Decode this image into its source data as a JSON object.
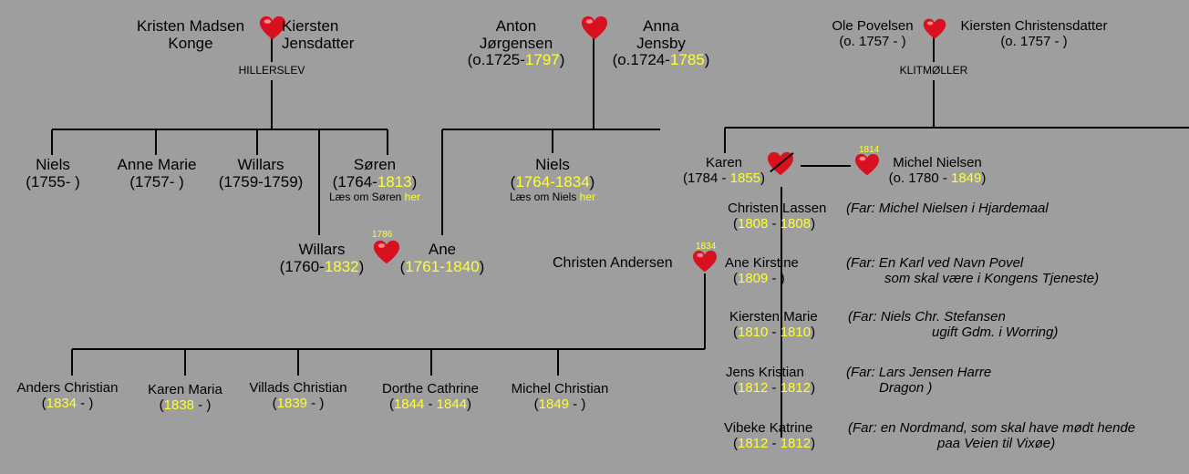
{
  "colors": {
    "background": "#9e9e9e",
    "line": "#000000",
    "year_highlight": "#ffff33",
    "heart": "#d81020"
  },
  "top": {
    "kristen": {
      "l1": "Kristen Madsen",
      "l2": "Konge"
    },
    "kiersten": {
      "l1": "Kiersten",
      "l2": "Jensdatter"
    },
    "place1": "HILLERSLEV",
    "anton": {
      "l1": "Anton",
      "l2": "Jørgensen",
      "pre": "(o.1725-",
      "yr": "1797",
      "post": ")"
    },
    "anna": {
      "l1": "Anna",
      "l2": "Jensby",
      "pre": "(o.1724-",
      "yr": "1785",
      "post": ")"
    },
    "ole": {
      "l1": "Ole Povelsen",
      "l2": "(o. 1757 -     )"
    },
    "kchr": {
      "l1": "Kiersten Christensdatter",
      "l2": "(o. 1757 -     )"
    },
    "place2": "KLITMØLLER"
  },
  "children1": [
    {
      "name": "Niels",
      "years": "(1755-     )"
    },
    {
      "name": "Anne Marie",
      "years": "(1757-     )"
    },
    {
      "name": "Willars",
      "years": "(1759-1759)"
    }
  ],
  "soren": {
    "name": "Søren",
    "pre": "(1764-",
    "yr": "1813",
    "post": ")",
    "note_pre": "Læs om Søren ",
    "note_link": "her"
  },
  "niels2": {
    "name": "Niels",
    "pre": "(",
    "yr1": "1764",
    "dash": "-",
    "yr2": "1834",
    "post": ")",
    "note_pre": "Læs om Niels ",
    "note_link": "her"
  },
  "willars2": {
    "name": "Willars",
    "pre": "(1760-",
    "yr": "1832",
    "post": ")"
  },
  "ane": {
    "name": "Ane",
    "pre": "(",
    "yr1": "1761",
    "dash": "-",
    "yr2": "1840",
    "post": ")"
  },
  "marriage1786": "1786",
  "karen": {
    "name": "Karen",
    "pre": "(1784 - ",
    "yr": "1855",
    "post": ")"
  },
  "michel": {
    "name": "Michel Nielsen",
    "pre": "(o. 1780 - ",
    "yr": "1849",
    "post": ")",
    "year": "1814"
  },
  "christen_andersen": {
    "name": "Christen Andersen",
    "year": "1834"
  },
  "children_karen": [
    {
      "name": "Christen Lassen",
      "pre": "(",
      "yr1": "1808",
      "mid": " - ",
      "yr2": "1808",
      "post": ")",
      "far1": "(Far: Michel Nielsen i Hjardemaal",
      "far2": ""
    },
    {
      "name": "Ane Kirstine",
      "pre": "(",
      "yr1": "1809",
      "mid": " -     )",
      "yr2": "",
      "post": "",
      "far1": "(Far: En Karl ved Navn Povel",
      "far2": "som skal være i Kongens Tjeneste)"
    },
    {
      "name": "Kiersten Marie",
      "pre": "(",
      "yr1": "1810",
      "mid": " - ",
      "yr2": "1810",
      "post": ")",
      "far1": "(Far: Niels Chr. Stefansen",
      "far2": "ugift Gdm. i Worring)"
    },
    {
      "name": "Jens Kristian",
      "pre": "(",
      "yr1": "1812",
      "mid": " - ",
      "yr2": "1812",
      "post": ")",
      "far1": "(Far: Lars Jensen Harre",
      "far2": "Dragon )"
    },
    {
      "name": "Vibeke Katrine",
      "pre": "(",
      "yr1": "1812",
      "mid": " - ",
      "yr2": "1812",
      "post": ")",
      "far1": "(Far: en Nordmand, som skal have mødt hende",
      "far2": "paa Veien til Vixøe)"
    }
  ],
  "children_ca": [
    {
      "name": "Anders Christian",
      "pre": "(",
      "yr1": "1834",
      "mid": " -     )",
      "yr2": "",
      "post": ""
    },
    {
      "name": "Karen Maria",
      "pre": "(",
      "yr1": "1838",
      "mid": " -     )",
      "yr2": "",
      "post": ""
    },
    {
      "name": "Villads Christian",
      "pre": "(",
      "yr1": "1839",
      "mid": " -     )",
      "yr2": "",
      "post": ""
    },
    {
      "name": "Dorthe Cathrine",
      "pre": "(",
      "yr1": "1844",
      "mid": " - ",
      "yr2": "1844",
      "post": ")"
    },
    {
      "name": "Michel Christian",
      "pre": "(",
      "yr1": "1849",
      "mid": " -     )",
      "yr2": "",
      "post": ""
    }
  ]
}
